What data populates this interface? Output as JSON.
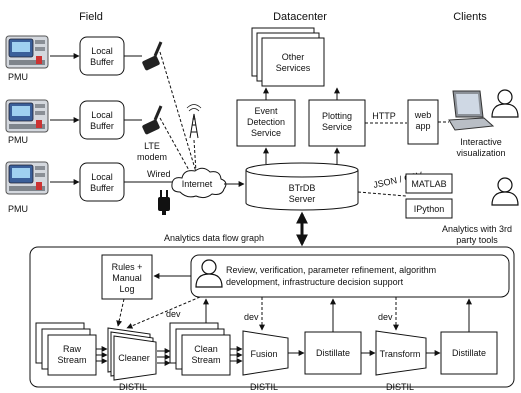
{
  "headers": {
    "field": "Field",
    "datacenter": "Datacenter",
    "clients": "Clients"
  },
  "field": {
    "pmu_label": "PMU",
    "local_buffer_l1": "Local",
    "local_buffer_l2": "Buffer",
    "lte_l1": "LTE",
    "lte_l2": "modem",
    "wired": "Wired",
    "internet": "Internet"
  },
  "datacenter": {
    "other_l1": "Other",
    "other_l2": "Services",
    "event_l1": "Event",
    "event_l2": "Detection",
    "event_l3": "Service",
    "plotting_l1": "Plotting",
    "plotting_l2": "Service",
    "btrdb_l1": "BTrDB",
    "btrdb_l2": "Server",
    "http": "HTTP",
    "json_csv": "JSON / CSV"
  },
  "clients": {
    "webapp_l1": "web",
    "webapp_l2": "app",
    "interactive_l1": "Interactive",
    "interactive_l2": "visualization",
    "matlab": "MATLAB",
    "ipython": "IPython",
    "analytics_l1": "Analytics with 3rd",
    "analytics_l2": "party tools"
  },
  "analytics": {
    "title": "Analytics data flow  graph",
    "rules_l1": "Rules +",
    "rules_l2": "Manual",
    "rules_l3": "Log",
    "review_l1": "Review, verification, parameter refinement, algorithm",
    "review_l2": "development, infrastructure decision support",
    "dev": "dev",
    "raw_l1": "Raw",
    "raw_l2": "Stream",
    "cleaner": "Cleaner",
    "clean_l1": "Clean",
    "clean_l2": "Stream",
    "fusion": "Fusion",
    "distillate": "Distillate",
    "transform": "Transform",
    "distil": "DISTIL"
  }
}
